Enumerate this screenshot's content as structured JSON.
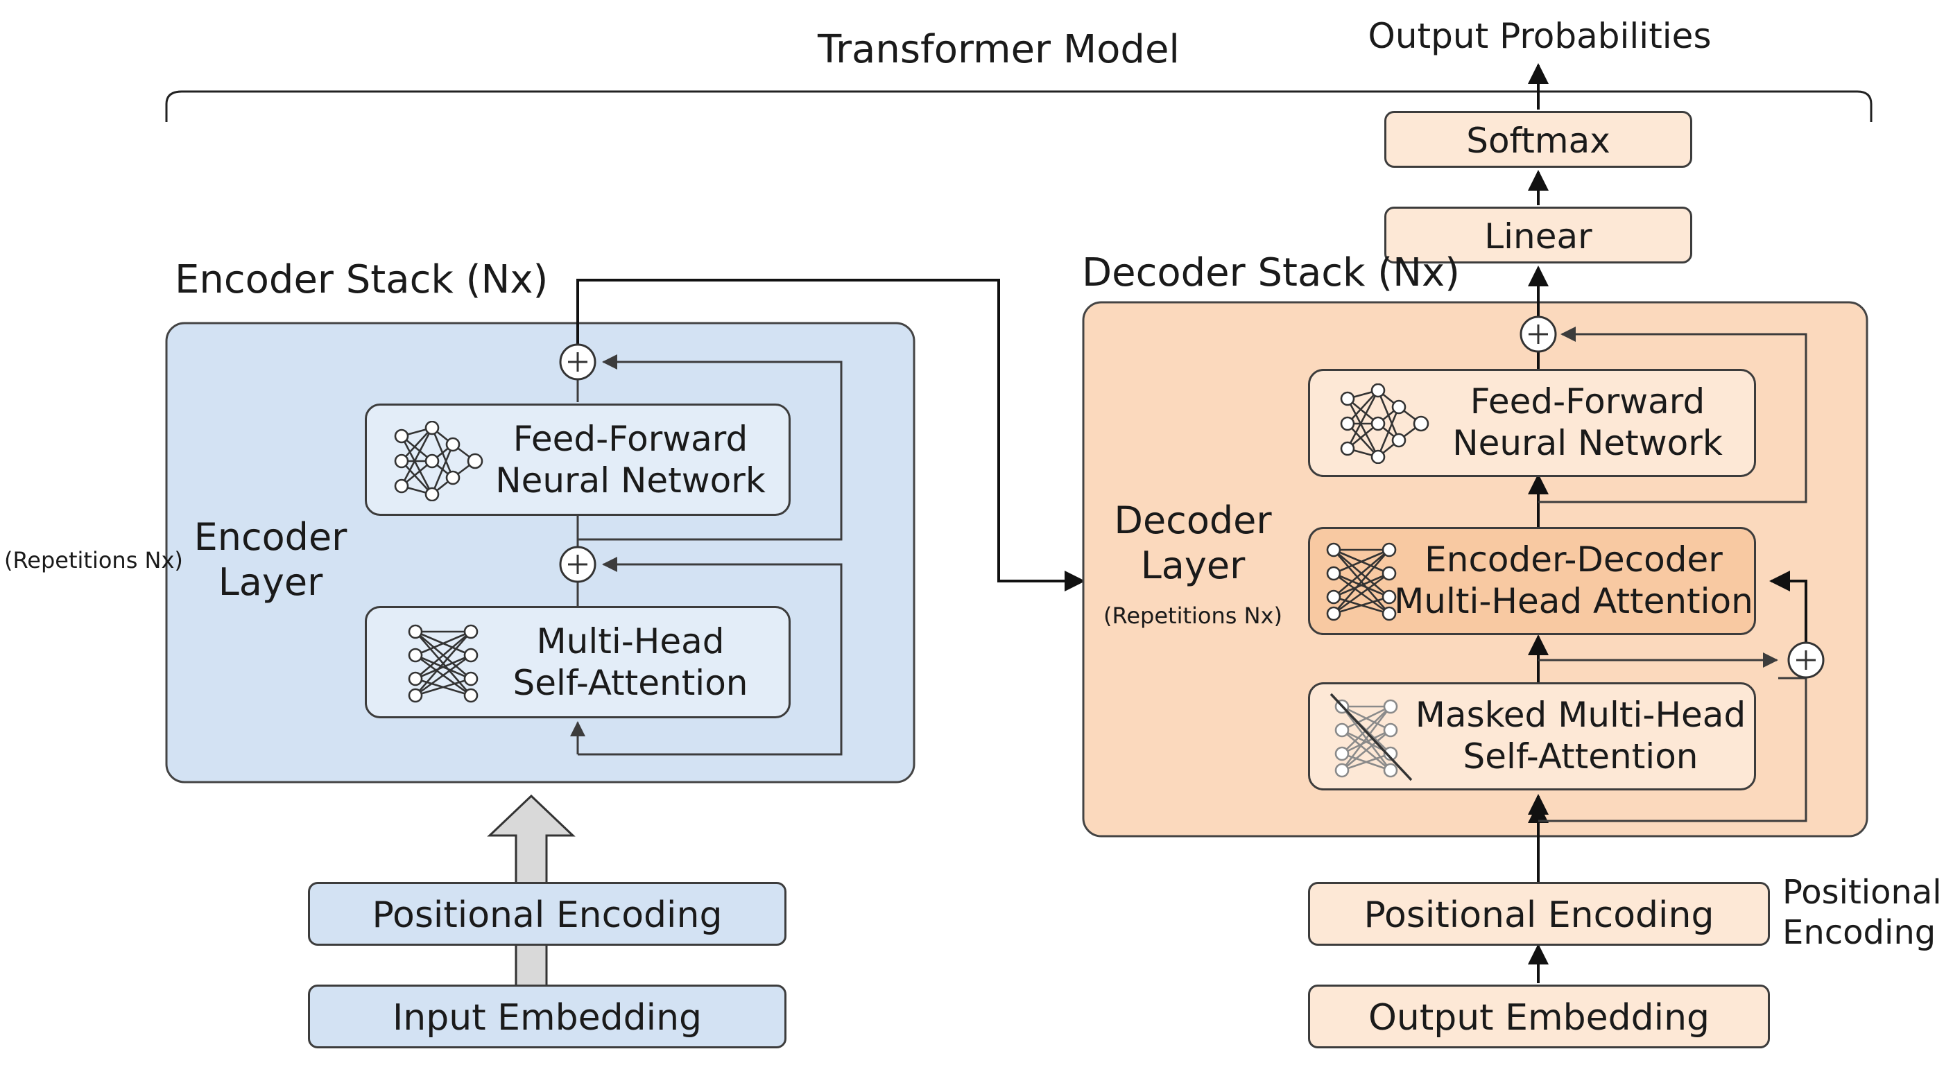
{
  "title": "Transformer Model",
  "output_label": "Output Probabilities",
  "left_side_label": "(Repetitions Nx)",
  "encoder": {
    "stack_label": "Encoder Stack (Nx)",
    "layer_label_line1": "Encoder",
    "layer_label_line2": "Layer",
    "ffn_line1": "Feed-Forward",
    "ffn_line2": "Neural Network",
    "attn_line1": "Multi-Head",
    "attn_line2": "Self-Attention",
    "positional_encoding": "Positional Encoding",
    "input_embedding": "Input Embedding"
  },
  "decoder": {
    "stack_label": "Decoder Stack (Nx)",
    "layer_label_line1": "Decoder",
    "layer_label_line2": "Layer",
    "repetitions": "(Repetitions Nx)",
    "ffn_line1": "Feed-Forward",
    "ffn_line2": "Neural Network",
    "cross_attn_line1": "Encoder-Decoder",
    "cross_attn_line2": "Multi-Head Attention",
    "masked_attn_line1": "Masked Multi-Head",
    "masked_attn_line2": "Self-Attention",
    "positional_encoding": "Positional Encoding",
    "output_embedding": "Output Embedding",
    "side_label_line1": "Positional",
    "side_label_line2": "Encoding"
  },
  "head": {
    "linear": "Linear",
    "softmax": "Softmax"
  },
  "colors": {
    "encoder_fill": "#d3e2f3",
    "encoder_box_fill": "#e3edf8",
    "decoder_fill": "#fbd9bd",
    "decoder_box_fill": "#fde8d6",
    "cross_attn_fill": "#f8c9a2",
    "line": "#3c3c3c"
  }
}
